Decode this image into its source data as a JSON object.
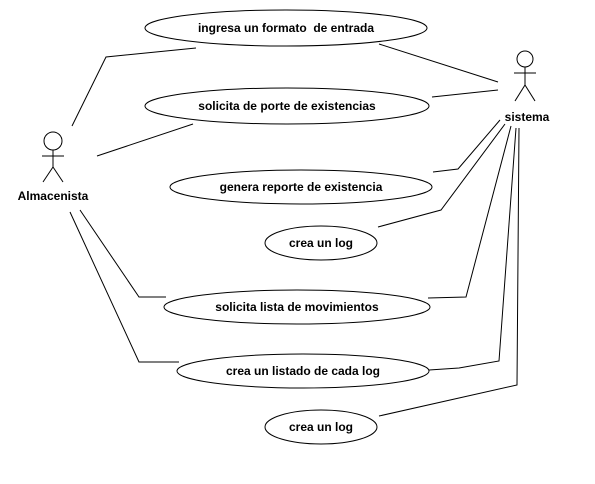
{
  "actors": {
    "almacenista": {
      "label": "Almacenista"
    },
    "sistema": {
      "label": "sistema"
    }
  },
  "use_cases": [
    {
      "id": "uc1",
      "label": "ingresa un formato  de entrada"
    },
    {
      "id": "uc2",
      "label": "solicita de porte de existencias"
    },
    {
      "id": "uc3",
      "label": "genera reporte de existencia"
    },
    {
      "id": "uc4",
      "label": "crea un log"
    },
    {
      "id": "uc5",
      "label": "solicita lista de movimientos"
    },
    {
      "id": "uc6",
      "label": "crea un listado de cada log"
    },
    {
      "id": "uc7",
      "label": "crea un log"
    }
  ]
}
